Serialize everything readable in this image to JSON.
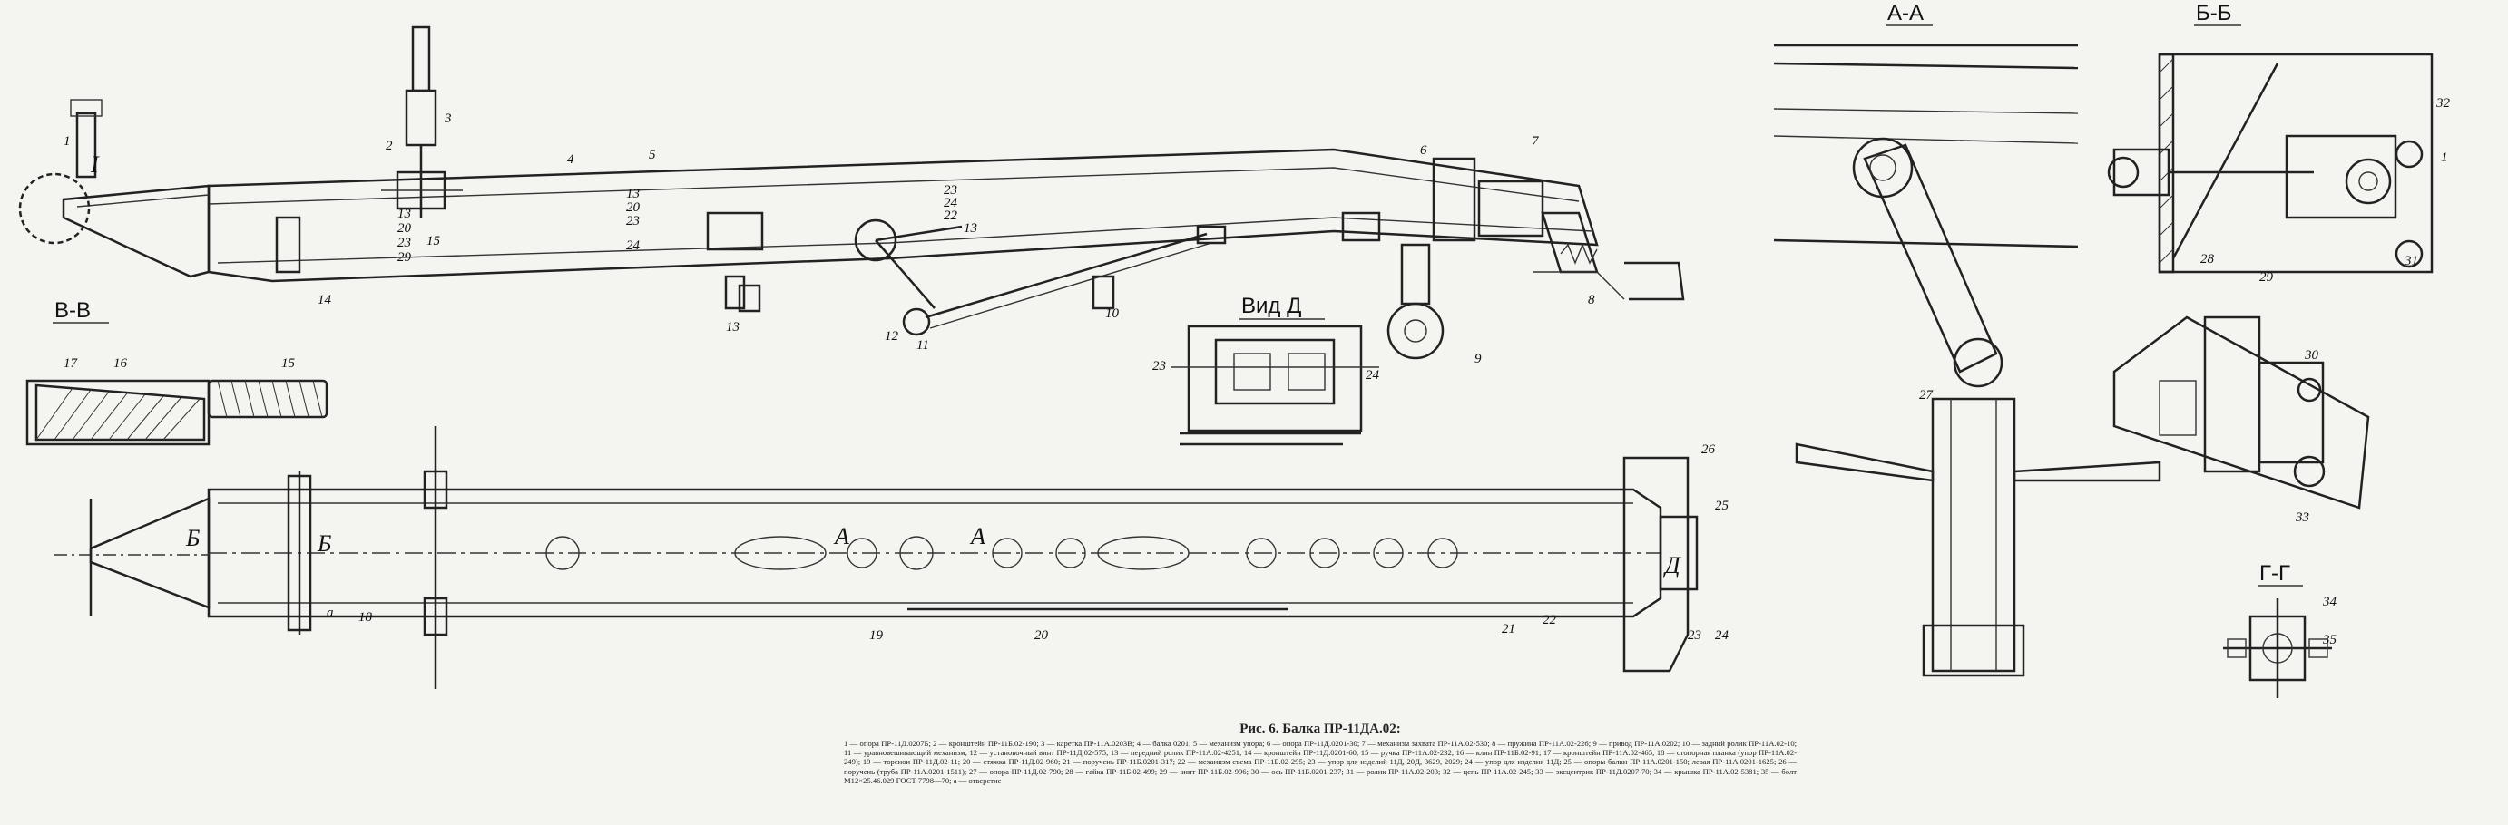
{
  "figure": {
    "title": "Рис. 6. Балка ПР-11ДА.02:",
    "legend": "1 — опора ПР-11Д.0207Б; 2 — кронштейн ПР-11Б.02-190; 3 — каретка ПР-11А.0203В; 4 — балка 0201; 5 — механизм упора; 6 — опора ПР-11Д.0201-30; 7 — механизм захвата ПР-11А.02-530; 8 — пружина ПР-11А.02-226; 9 — привод ПР-11А.0202; 10 — задний ролик ПР-11А.02-10; 11 — уравновешивающий механизм; 12 — установочный винт ПР-11Д.02-575; 13 — передний ролик ПР-11А.02-4251; 14 — кронштейн ПР-11Д.0201-60; 15 — ручка ПР-11А.02-232; 16 — клин ПР-11Б.02-91; 17 — кронштейн ПР-11А.02-465; 18 — стопорная планка (упор ПР-11А.02-249); 19 — торсион ПР-11Д.02-11; 20 — стяжка ПР-11Д.02-960; 21 — поручень ПР-11Б.0201-317; 22 — механизм съема ПР-11Б.02-295; 23 — упор для изделий 11Д, 20Д, 3629, 2029; 24 — упор для изделия 11Д; 25 — опоры балки ПР-11А.0201-150; левая ПР-11А.0201-1625; 26 — поручень (труба ПР-11А.0201-1511); 27 — опора ПР-11Д.02-790; 28 — гайка ПР-11Б.02-499; 29 — винт ПР-11Б.02-996; 30 — ось ПР-11Б.0201-237; 31 — ролик ПР-11А.02-203; 32 — цепь ПР-11А.02-245; 33 — эксцентрик ПР-11Д.0207-70; 34 — крышка ПР-11А.02-5381; 35 — болт М12×25.46.029 ГОСТ 7798—70; а — отверстие"
  },
  "views": {
    "node_i": "I",
    "section_vv": "В-В",
    "view_d": "Вид Д",
    "section_aa": "А-А",
    "section_bb": "Б-Б",
    "section_gg": "Г-Г",
    "mark_b": "Б",
    "mark_a": "А",
    "mark_d": "Д",
    "mark_a_small": "а"
  },
  "callouts": {
    "top": [
      "1",
      "2",
      "3",
      "4",
      "5",
      "6",
      "7",
      "8",
      "9",
      "10",
      "11",
      "12",
      "13",
      "14",
      "15"
    ],
    "top_stack_left": [
      "13",
      "20",
      "23",
      "29"
    ],
    "top_stack_mid": [
      "13",
      "20",
      "23",
      "24"
    ],
    "top_stack_mid2": [
      "23",
      "24",
      "22",
      "13"
    ],
    "vv": [
      "15",
      "16",
      "17"
    ],
    "view_d_labels": [
      "23",
      "24"
    ],
    "plan": [
      "18",
      "19",
      "20",
      "21",
      "22",
      "23",
      "24",
      "25",
      "26"
    ],
    "aa": [
      "27"
    ],
    "bb": [
      "28",
      "29",
      "31",
      "32",
      "1"
    ],
    "lower_right": [
      "30",
      "33"
    ],
    "gg": [
      "34",
      "35"
    ]
  },
  "colors": {
    "ink": "#222222",
    "paper": "#f4f4f1"
  }
}
